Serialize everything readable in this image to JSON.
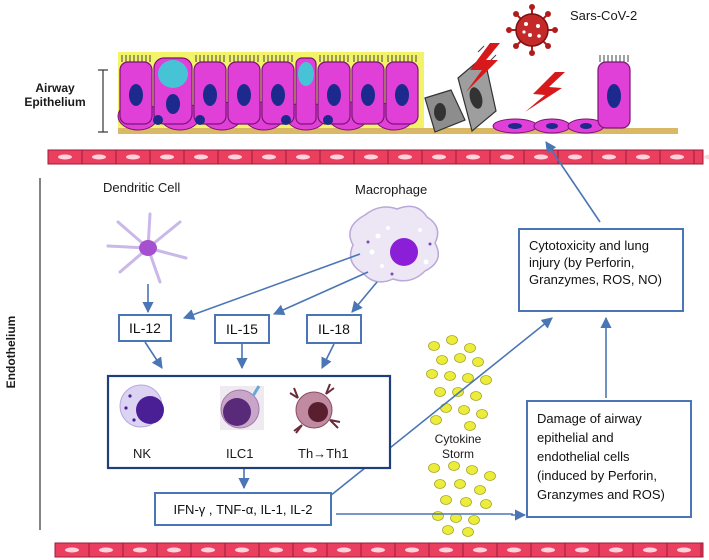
{
  "labels": {
    "airway_line1": "Airway",
    "airway_line2": "Epithelium",
    "endothelium": "Endothelium",
    "sars": "Sars-CoV-2",
    "dendritic": "Dendritic Cell",
    "macrophage": "Macrophage",
    "cytokine_line1": "Cytokine",
    "cytokine_line2": "Storm"
  },
  "interleukins": {
    "il12": "IL-12",
    "il15": "IL-15",
    "il18": "IL-18"
  },
  "cells": {
    "nk": "NK",
    "ilc1": "ILC1",
    "th": "Th→Th1"
  },
  "ifn_box": "IFN-γ , TNF-α, IL-1, IL-2",
  "cytotoxicity_box": [
    "Cytotoxicity and lung",
    "injury (by Perforin,",
    "Granzymes, ROS, NO)"
  ],
  "damage_box": [
    "Damage of airway",
    "epithelial and",
    "endothelial cells",
    "(induced by Perforin,",
    "Granzymes and ROS)"
  ],
  "colors": {
    "arrow": "#4a76b5",
    "box_border": "#1f3f7a",
    "epithelial_cell": "#e040d8",
    "nucleus": "#1b2a8c",
    "vessel_cell": "#e8395a",
    "virus": "#b01c1c",
    "lightning": "#d7191c",
    "cytokine": "#ecec3a"
  }
}
